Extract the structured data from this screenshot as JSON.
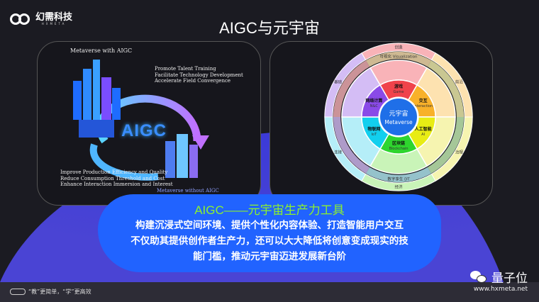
{
  "brand": {
    "name_cn": "幻需科技",
    "name_en": "HXMETA"
  },
  "title": "AIGC与元宇宙",
  "left_panel": {
    "heading": "Metaverse with AIGC",
    "benefits_top": [
      "Promote Talent Training",
      "Facilitate Technology Development",
      "Accelerate Field Convergence"
    ],
    "center_label": "AIGC",
    "benefits_bottom": [
      "Improve Production Efficiency and Quality",
      "Reduce Consumption Threshold and Cost",
      "Enhance Interaction Immersion and Interest"
    ],
    "caption": "Metaverse without AIGC"
  },
  "wheel": {
    "center_cn": "元宇宙",
    "center_en": "Metaverse",
    "outer": [
      "创造",
      "前沿",
      "治理",
      "经济",
      "连接",
      "基础"
    ],
    "ring2": [
      "可视化 Visualization",
      "数字孪生 DT"
    ],
    "sectors": [
      {
        "cn": "游戏",
        "en": "Game",
        "color": "#f0434b"
      },
      {
        "cn": "交互",
        "en": "Interaction",
        "color": "#f8b12a"
      },
      {
        "cn": "人工智能",
        "en": "AI",
        "color": "#e8ec14"
      },
      {
        "cn": "区块链",
        "en": "Blockchain",
        "color": "#2ed52e"
      },
      {
        "cn": "物联网",
        "en": "IoT",
        "color": "#12cfee"
      },
      {
        "cn": "网络计算",
        "en": "N&C",
        "color": "#8a4ae8"
      }
    ]
  },
  "bubble": {
    "title": "AIGC——元宇宙生产力工具",
    "lines": [
      "构建沉浸式空间环境、提供个性化内容体验、打造智能用户交互",
      "不仅助其提供创作者生产力，还可以大大降低将创意变成现实的技",
      "能门槛，推动元宇宙迈进发展新台阶"
    ]
  },
  "footer": {
    "slogan": "“教”更简单，“学”更高效"
  },
  "watermark": {
    "name": "量子位",
    "url": "www.hxmeta.net"
  }
}
